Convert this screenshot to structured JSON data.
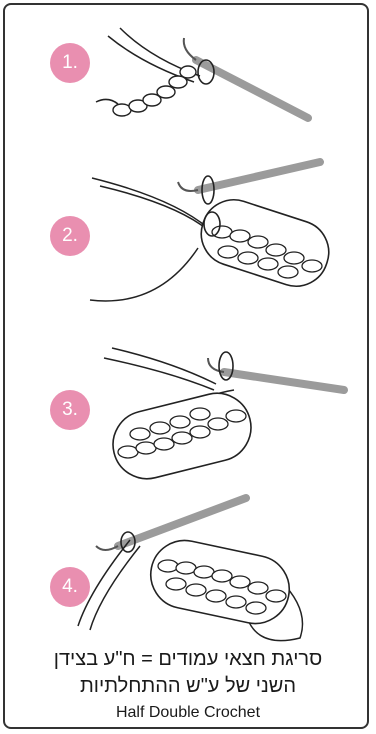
{
  "steps": [
    {
      "label": "1."
    },
    {
      "label": "2."
    },
    {
      "label": "3."
    },
    {
      "label": "4."
    }
  ],
  "caption": {
    "hebrew_line1": "סריגת חצאי עמודים = ח\"ע בצידן",
    "hebrew_line2": "השני של ע\"ש ההתחלתיות",
    "english": "Half Double Crochet"
  },
  "colors": {
    "badge": "#e98fb0",
    "hook": "#9b9b9b",
    "yarn_stroke": "#222222"
  }
}
